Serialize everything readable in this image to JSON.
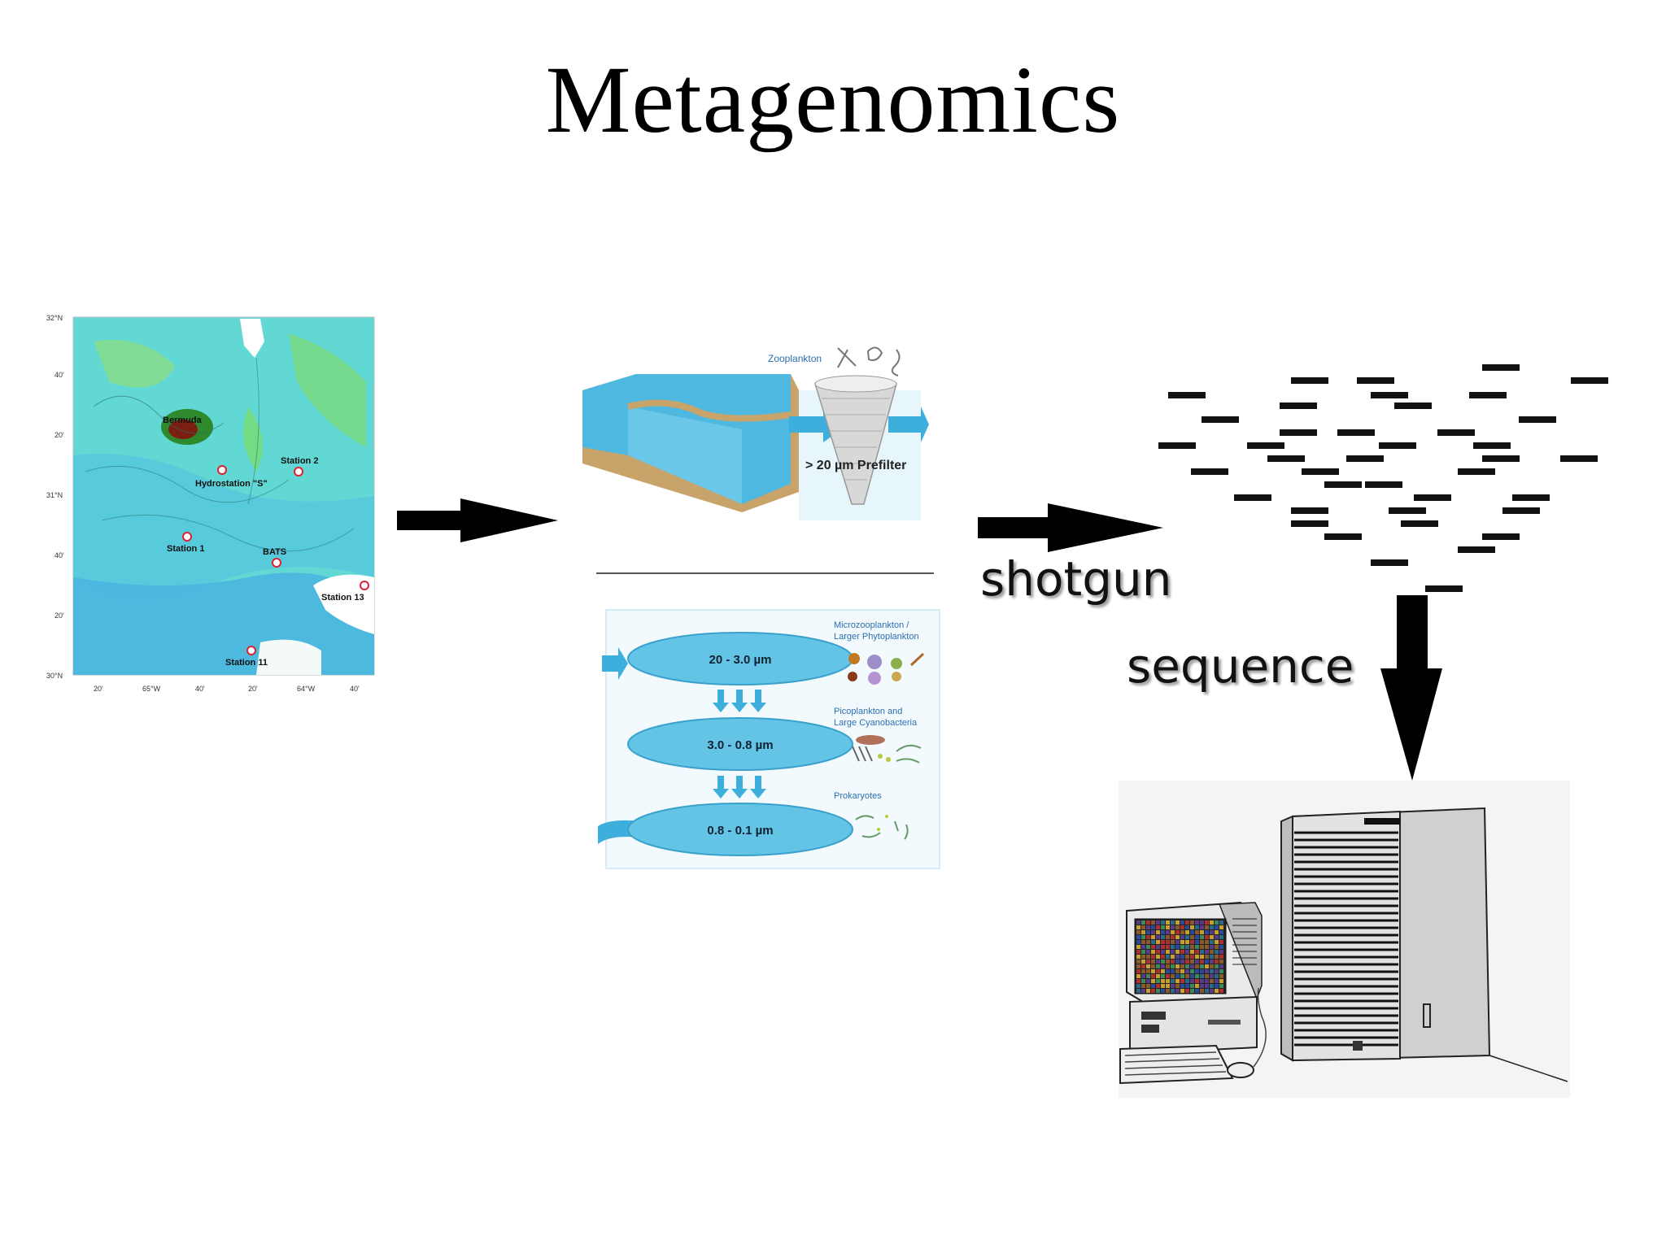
{
  "title": "Metagenomics",
  "map": {
    "stations": [
      "Bermuda",
      "Hydrostation \"S\"",
      "Station 2",
      "Station 1",
      "BATS",
      "Station 13",
      "Station 11"
    ],
    "lat_ticks": [
      "32°N",
      "40'",
      "20'",
      "31°N",
      "40'",
      "20'",
      "30°N"
    ],
    "lon_ticks": [
      "20'",
      "65°W",
      "40'",
      "20'",
      "64°W",
      "40'"
    ]
  },
  "filtration": {
    "zooplankton_label": "Zooplankton",
    "prefilter_label": "> 20 µm Prefilter",
    "fractions": [
      {
        "size": "20 - 3.0 µm",
        "group_line1": "Microzooplankton /",
        "group_line2": "Larger Phytoplankton"
      },
      {
        "size": "3.0 - 0.8 µm",
        "group_line1": "Picoplankton and",
        "group_line2": "Large Cyanobacteria"
      },
      {
        "size": "0.8 - 0.1 µm",
        "group_line1": "Prokaryotes",
        "group_line2": ""
      }
    ]
  },
  "labels": {
    "shotgun": "shotgun",
    "sequence": "sequence"
  },
  "colors": {
    "ocean": "#5fd8d8",
    "land": "#6fd45f",
    "water": "#4fb8e0",
    "sand": "#c8a46a",
    "filter_disc": "#63c4e6",
    "arrow": "#000000"
  }
}
